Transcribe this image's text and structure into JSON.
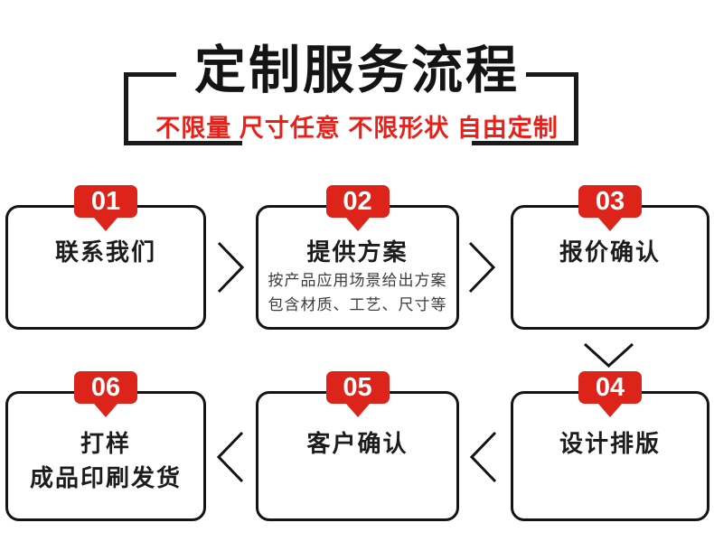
{
  "colors": {
    "accent_red": "#dc241b",
    "subtitle_red": "#e8201a",
    "line_black": "#141414",
    "note_gray": "#3d3d3d"
  },
  "header": {
    "title": "定制服务流程",
    "subtitle": "不限量 尺寸任意 不限形状 自由定制"
  },
  "steps": [
    {
      "number": "01",
      "title": "联系我们"
    },
    {
      "number": "02",
      "title": "提供方案",
      "notes": [
        "按产品应用场景给出方案",
        "包含材质、工艺、尺寸等"
      ]
    },
    {
      "number": "03",
      "title": "报价确认"
    },
    {
      "number": "04",
      "title": "设计排版"
    },
    {
      "number": "05",
      "title": "客户确认"
    },
    {
      "number": "06",
      "title": "打样",
      "title2": "成品印刷发货"
    }
  ]
}
